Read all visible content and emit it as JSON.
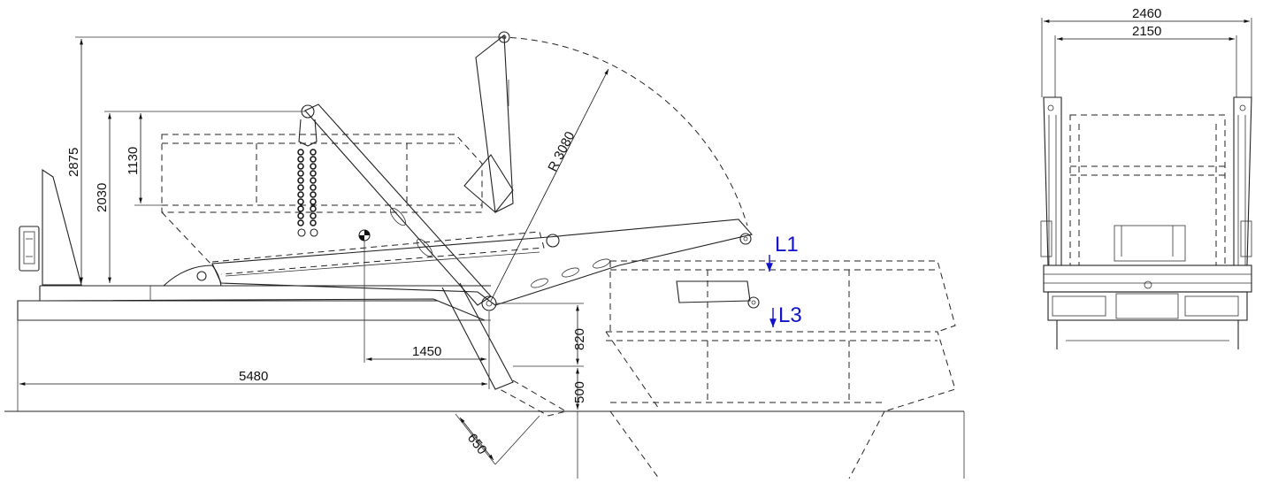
{
  "side_view": {
    "dimensions": {
      "height_max": "2875",
      "height_2030": "2030",
      "height_1130": "1130",
      "radius": "R 3080",
      "length_5480": "5480",
      "length_1450": "1450",
      "height_820": "820",
      "height_500": "500",
      "diag_650": "650"
    },
    "load_labels": {
      "l1": "L1",
      "l3": "L3"
    }
  },
  "end_view": {
    "dimensions": {
      "width_outer": "2460",
      "width_inner": "2150"
    }
  },
  "colors": {
    "line": "#222222",
    "load_marker": "#1212c8",
    "background": "#ffffff"
  }
}
